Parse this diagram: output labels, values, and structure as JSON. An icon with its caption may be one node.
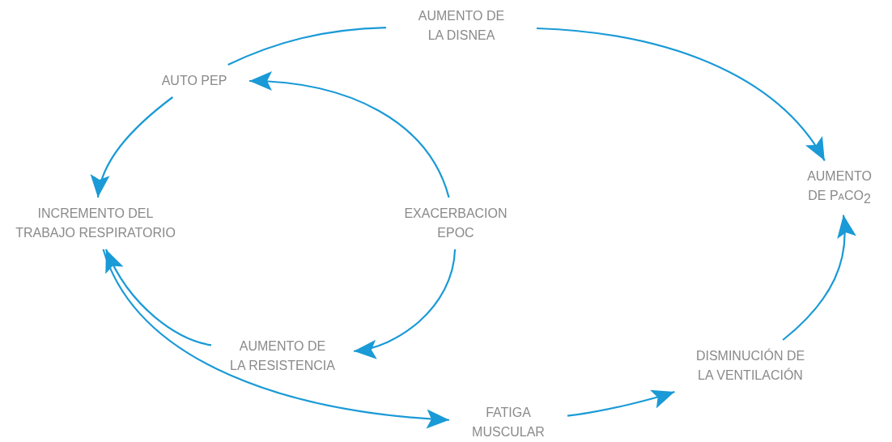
{
  "diagram": {
    "nodes": [
      {
        "text": [
          "AUMENTO DE LA DISNEA"
        ]
      },
      {
        "text": [
          "AUTO PEP"
        ]
      },
      {
        "text": [
          "INCREMENTO DEL TRABAJO RESPIRATORIO"
        ]
      },
      {
        "text": [
          "EXACERBACION EPOC"
        ]
      },
      {
        "text": [
          "AUMENTO DE LA RESISTENCIA"
        ]
      },
      {
        "text": [
          "FATIGA MUSCULAR"
        ]
      },
      {
        "text": [
          "DISMINUCIÓN DE LA VENTILACIÓN"
        ]
      },
      {
        "text": [
          "AUMENTO DE PaCO$_{2}$"
        ]
      }
    ],
    "edges": [
      {
        "from": 1,
        "to": 0,
        "arrow": "none"
      },
      {
        "from": 0,
        "to": 7,
        "arrow": "to"
      },
      {
        "from": 1,
        "to": 2,
        "arrow": "to"
      },
      {
        "from": 3,
        "to": 1,
        "arrow": "to"
      },
      {
        "from": 3,
        "to": 4,
        "arrow": "to"
      },
      {
        "from": 4,
        "to": 2,
        "arrow": "to"
      },
      {
        "from": 2,
        "to": 5,
        "arrow": "to"
      },
      {
        "from": 5,
        "to": 6,
        "arrow": "to"
      },
      {
        "from": 6,
        "to": 7,
        "arrow": "to"
      }
    ]
  }
}
